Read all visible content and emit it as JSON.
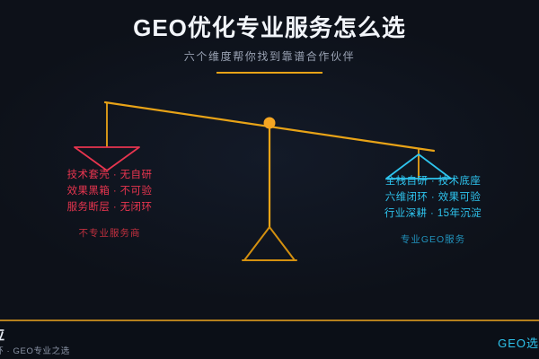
{
  "theme": {
    "background": "#0d1119",
    "accent_orange": "#e8a317",
    "negative_red": "#e8354f",
    "positive_cyan": "#2ec4ee",
    "title_color": "#f2f5fa",
    "subtitle_color": "#9aa3b4",
    "divider_color": "#b5801d"
  },
  "header": {
    "title": "GEO优化专业服务怎么选",
    "subtitle": "六个维度帮你找到靠谱合作伙伴"
  },
  "scale": {
    "left_pan_icon": "down-triangle-pan-icon",
    "right_pan_icon": "up-triangle-pan-icon",
    "pivot_icon": "pivot-dot-icon",
    "stand_icon": "triangle-stand-icon"
  },
  "left_side": {
    "lines": [
      "技术套壳 · 无自研",
      "效果黑箱 · 不可验",
      "服务断层 · 无闭环"
    ],
    "tag": "不专业服务商"
  },
  "right_side": {
    "lines": [
      "全栈自研 · 技术底座",
      "六维闭环 · 效果可验",
      "行业深耕 · 15年沉淀"
    ],
    "tag": "专业GEO服务"
  },
  "footer": {
    "brand_name": "百应",
    "brand_tagline": "路闭环 · GEO专业之选",
    "right_text": "GEO选型指"
  }
}
